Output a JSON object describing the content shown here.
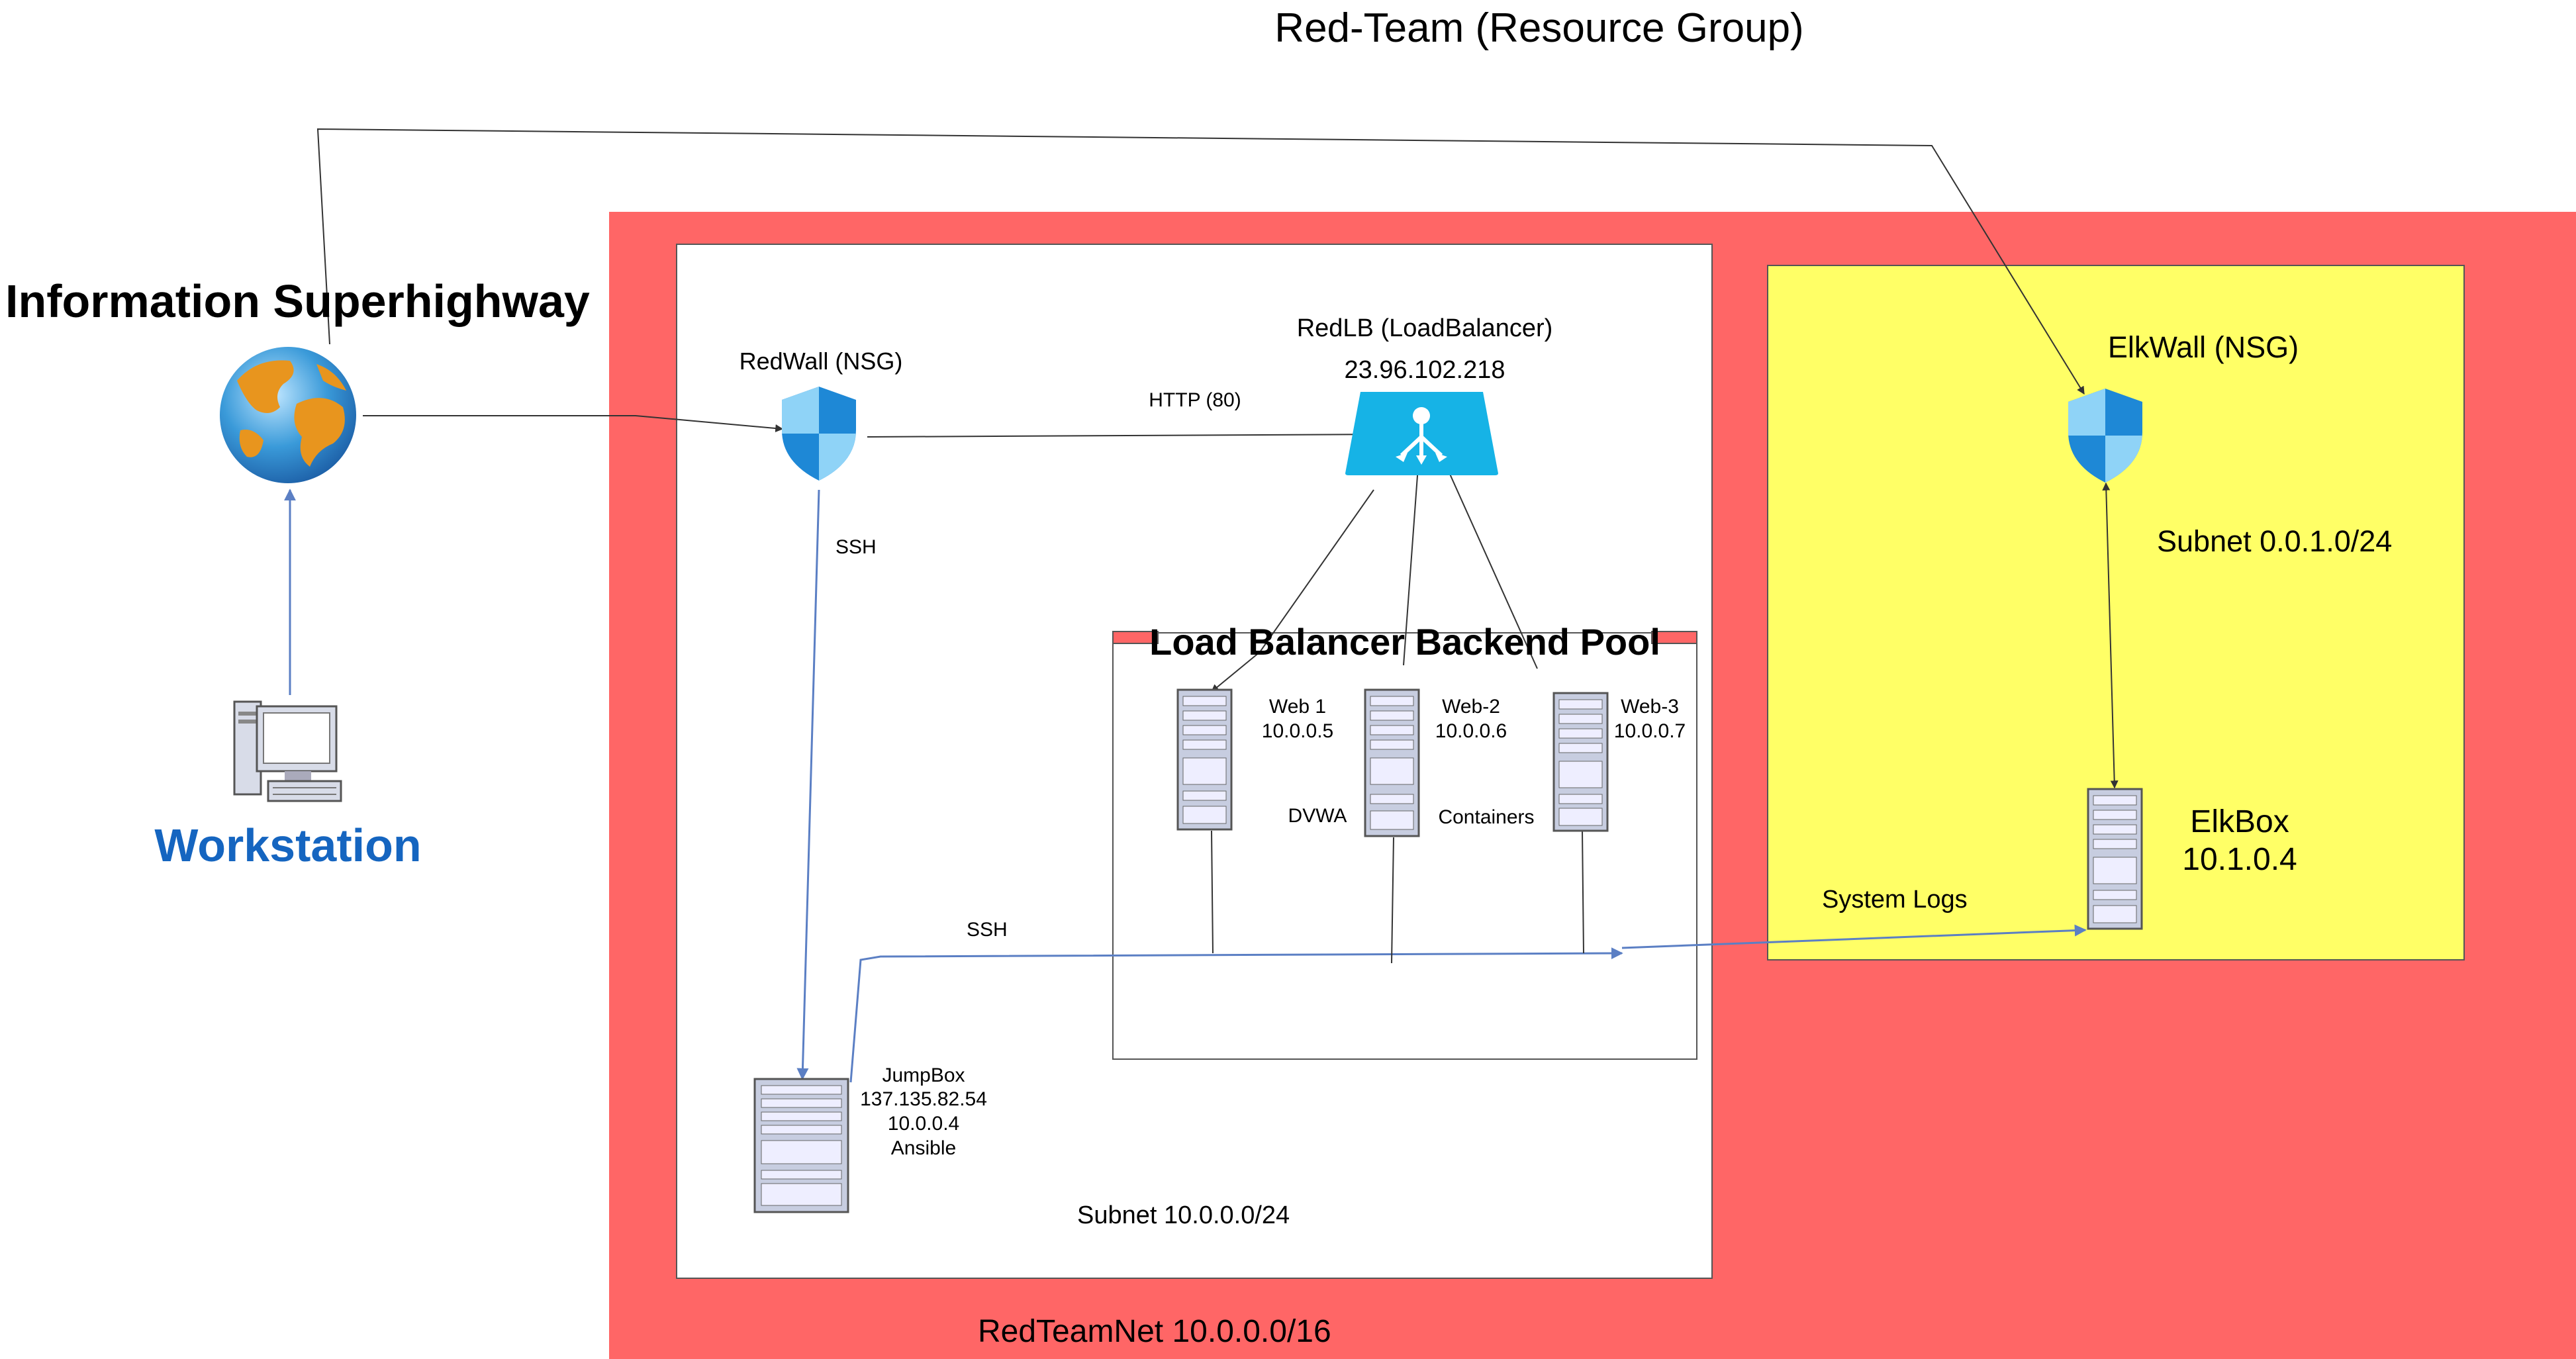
{
  "title": "Red-Team (Resource Group)",
  "internet": {
    "label": "Information Superhighway"
  },
  "workstation": {
    "label": "Workstation"
  },
  "vnet": {
    "label": "RedTeamNet 10.0.0.0/16"
  },
  "subnet_main": {
    "label": "Subnet 10.0.0.0/24"
  },
  "subnet_elk": {
    "label": "Subnet 0.0.1.0/24"
  },
  "redwall": {
    "label": "RedWall (NSG)"
  },
  "elkwall": {
    "label": "ElkWall (NSG)"
  },
  "loadbalancer": {
    "label": "RedLB (LoadBalancer)",
    "ip": "23.96.102.218"
  },
  "pool": {
    "label": "Load Balancer Backend Pool"
  },
  "web1": {
    "name": "Web 1",
    "ip": "10.0.0.5"
  },
  "web2": {
    "name": "Web-2",
    "ip": "10.0.0.6"
  },
  "web3": {
    "name": "Web-3",
    "ip": "10.0.0.7"
  },
  "pool_notes": {
    "dvwa": "DVWA",
    "containers": "Containers"
  },
  "jumpbox": {
    "name": "JumpBox",
    "public_ip": "137.135.82.54",
    "ip": "10.0.0.4",
    "role": "Ansible"
  },
  "elkbox": {
    "name": "ElkBox",
    "ip": "10.1.0.4"
  },
  "edges": {
    "http": "HTTP (80)",
    "ssh_vertical": "SSH",
    "ssh_horizontal": "SSH",
    "system_logs": "System Logs"
  },
  "colors": {
    "vnet": "#ff6666",
    "elk_subnet": "#ffff66",
    "workstation_text": "#1565c0",
    "shield": "#1e88d6",
    "lb": "#16b3e6",
    "line": "#333333",
    "link_blue": "#5b7fc4"
  }
}
